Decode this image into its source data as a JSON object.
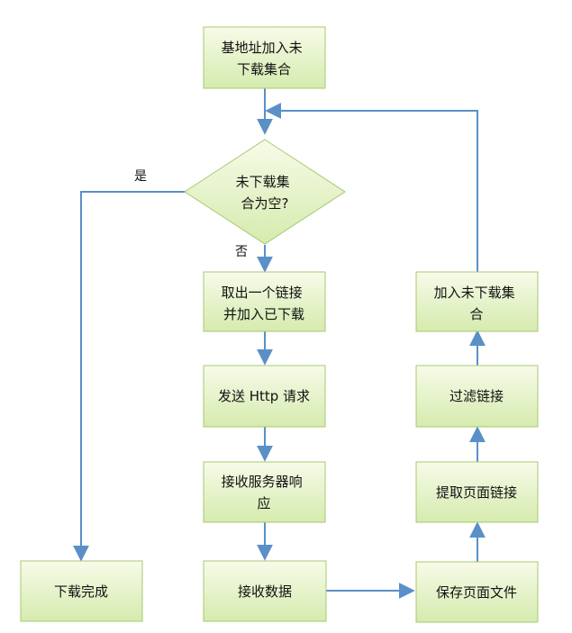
{
  "colors": {
    "node_fill_top": "#f7fbe9",
    "node_fill_bottom": "#d5ebae",
    "node_stroke": "#a8c872",
    "arrow": "#5b8fc7"
  },
  "nodes": {
    "start": {
      "lines": [
        "基地址加入未",
        "下载集合"
      ]
    },
    "decision": {
      "lines": [
        "未下载集",
        "合为空?"
      ]
    },
    "take_link": {
      "lines": [
        "取出一个链接",
        "并加入已下载"
      ]
    },
    "send_request": {
      "lines": [
        "发送 Http 请求"
      ]
    },
    "receive_response": {
      "lines": [
        "接收服务器响",
        "应"
      ]
    },
    "receive_data": {
      "lines": [
        "接收数据"
      ]
    },
    "save_page": {
      "lines": [
        "保存页面文件"
      ]
    },
    "extract_links": {
      "lines": [
        "提取页面链接"
      ]
    },
    "filter_links": {
      "lines": [
        "过滤链接"
      ]
    },
    "add_unvisited": {
      "lines": [
        "加入未下载集",
        "合"
      ]
    },
    "done": {
      "lines": [
        "下载完成"
      ]
    }
  },
  "edges": {
    "yes_label": "是",
    "no_label": "否"
  }
}
